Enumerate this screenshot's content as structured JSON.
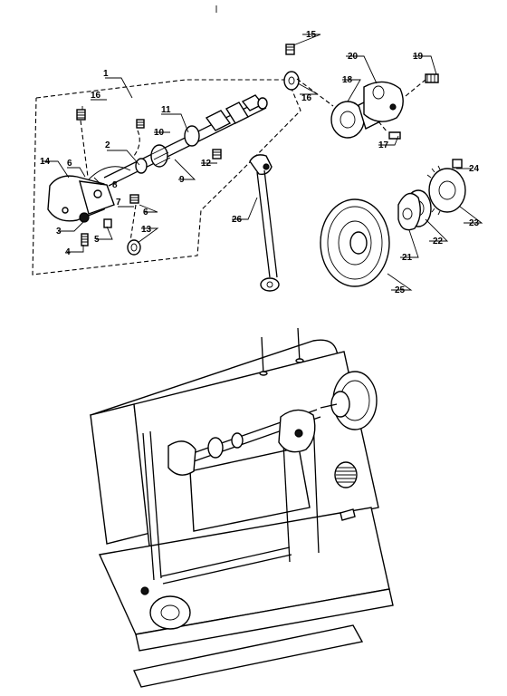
{
  "diagram": {
    "callouts": [
      {
        "id": "c1",
        "label": "1"
      },
      {
        "id": "c2",
        "label": "2"
      },
      {
        "id": "c3",
        "label": "3"
      },
      {
        "id": "c4",
        "label": "4"
      },
      {
        "id": "c5",
        "label": "5"
      },
      {
        "id": "c6a",
        "label": "6"
      },
      {
        "id": "c6b",
        "label": "6"
      },
      {
        "id": "c7",
        "label": "7"
      },
      {
        "id": "c8",
        "label": "8"
      },
      {
        "id": "c9",
        "label": "9"
      },
      {
        "id": "c10",
        "label": "10"
      },
      {
        "id": "c11",
        "label": "11"
      },
      {
        "id": "c12",
        "label": "12"
      },
      {
        "id": "c13",
        "label": "13"
      },
      {
        "id": "c14",
        "label": "14"
      },
      {
        "id": "c15",
        "label": "15"
      },
      {
        "id": "c16a",
        "label": "16"
      },
      {
        "id": "c16b",
        "label": "16"
      },
      {
        "id": "c17",
        "label": "17"
      },
      {
        "id": "c18",
        "label": "18"
      },
      {
        "id": "c19",
        "label": "19"
      },
      {
        "id": "c20",
        "label": "20"
      },
      {
        "id": "c21",
        "label": "21"
      },
      {
        "id": "c22",
        "label": "22"
      },
      {
        "id": "c23",
        "label": "23"
      },
      {
        "id": "c24",
        "label": "24"
      },
      {
        "id": "c25",
        "label": "25"
      },
      {
        "id": "c26",
        "label": "26"
      }
    ]
  }
}
